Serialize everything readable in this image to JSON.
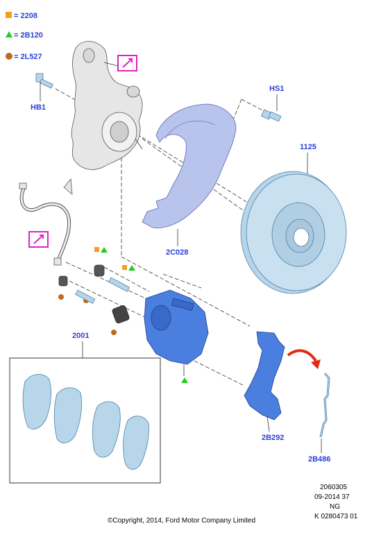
{
  "legend": [
    {
      "symbol": "orange-square",
      "color": "#f2a01c",
      "label": "= 2208"
    },
    {
      "symbol": "green-triangle",
      "color": "#1fcc1f",
      "label": "= 2B120"
    },
    {
      "symbol": "brown-dot",
      "color": "#c06a1c",
      "label": "= 2L527"
    }
  ],
  "parts": {
    "hb1": "HB1",
    "hs1": "HS1",
    "p1125": "1125",
    "p2c028": "2C028",
    "p2001": "2001",
    "p2b292": "2B292",
    "p2b486": "2B486"
  },
  "colors": {
    "label_blue": "#2b3fd6",
    "callout_magenta": "#e020c8",
    "caliper_blue": "#4a7fe0",
    "disc_blue": "#b6d5ea"
  },
  "footer": {
    "code": "2060305",
    "date": "09-2014 37",
    "ng": "NG",
    "ref": "K 0280473 01",
    "copyright": "©Copyright, 2014, Ford Motor Company Limited"
  }
}
